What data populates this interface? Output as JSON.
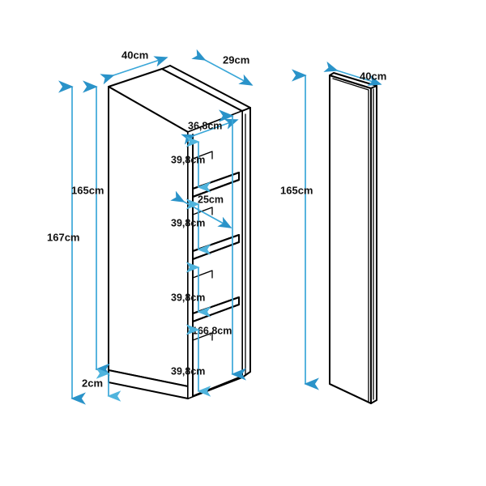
{
  "drawing": {
    "title": "Wall cabinet technical dimension drawing",
    "background_color": "#ffffff",
    "line_color": "#000000",
    "dimension_color": "#3aa7d8",
    "unit": "cm",
    "decimal_separator": ","
  },
  "cabinet": {
    "name": "Cabinet carcass with four compartments",
    "dimensions": {
      "top_width": "40cm",
      "top_depth": "29cm",
      "total_height": "167cm",
      "body_height": "165cm",
      "plinth_height": "2cm",
      "inner_width": "36,8cm",
      "inner_depth": "25cm",
      "inner_total_height": "166,8cm"
    },
    "compartments": [
      {
        "index": 1,
        "position": "top",
        "height": "39,8cm"
      },
      {
        "index": 2,
        "position": "upper-middle",
        "height": "39,8cm"
      },
      {
        "index": 3,
        "position": "lower-middle",
        "height": "39,8cm"
      },
      {
        "index": 4,
        "position": "bottom",
        "height": "39,8cm"
      }
    ]
  },
  "door_panel": {
    "name": "Front door panel",
    "dimensions": {
      "height": "165cm",
      "width": "40cm"
    }
  },
  "labels": {
    "top_width": "40cm",
    "top_depth": "29cm",
    "total_height": "167cm",
    "body_height": "165cm",
    "plinth": "2cm",
    "inner_width": "36,8cm",
    "inner_depth": "25cm",
    "inner_height": "166,8cm",
    "shelf_gap_1": "39,8cm",
    "shelf_gap_2": "39,8cm",
    "shelf_gap_3": "39,8cm",
    "shelf_gap_4": "39,8cm",
    "door_height": "165cm",
    "door_width": "40cm"
  }
}
